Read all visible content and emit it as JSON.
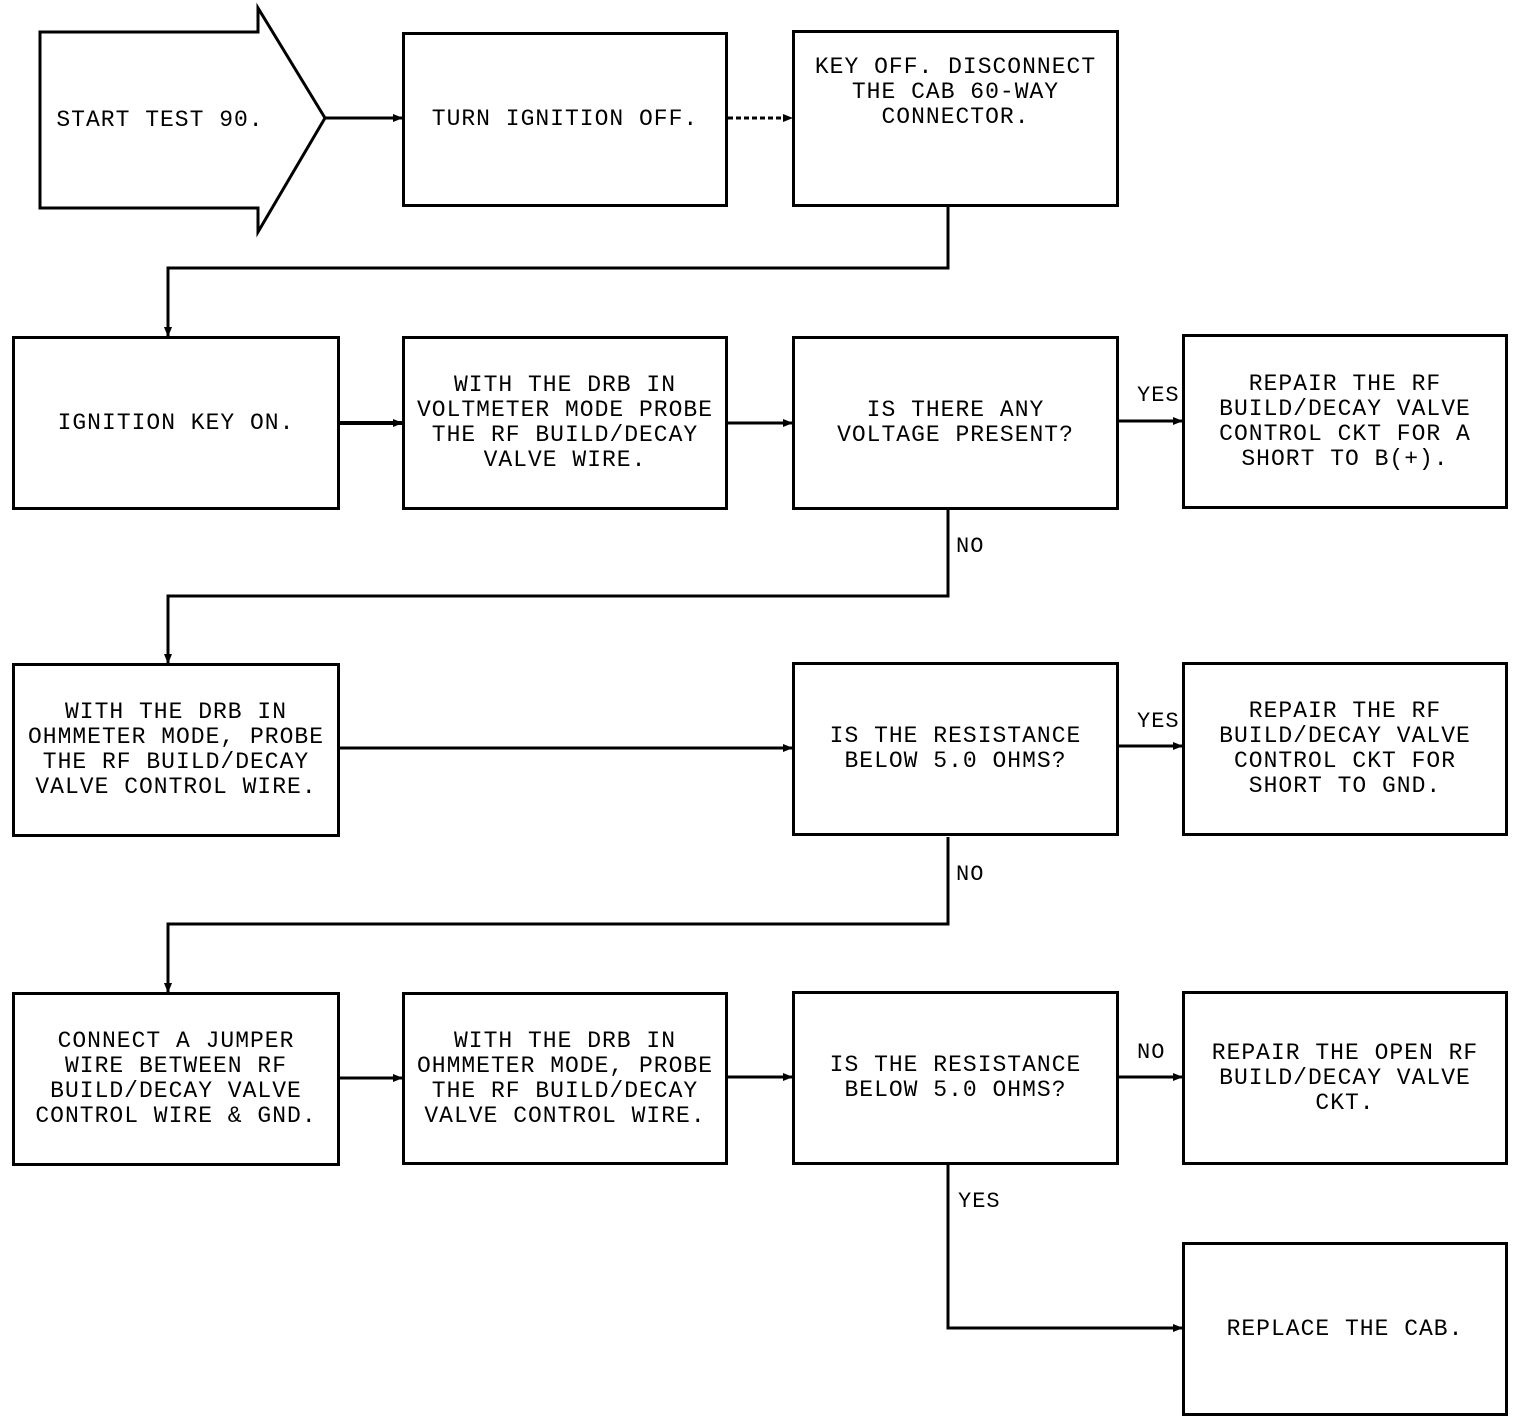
{
  "start": {
    "text": "START TEST 90."
  },
  "boxes": {
    "turn_off": [
      "TURN IGNITION OFF."
    ],
    "disconnect": [
      "KEY OFF. DISCONNECT",
      "THE CAB 60-WAY",
      "CONNECTOR."
    ],
    "key_on": [
      "IGNITION KEY ON."
    ],
    "probe_volt": [
      "WITH THE DRB IN",
      "VOLTMETER MODE PROBE",
      "THE RF BUILD/DECAY",
      "VALVE WIRE."
    ],
    "q_voltage": [
      "IS THERE ANY",
      "VOLTAGE PRESENT?"
    ],
    "repair_bplus": [
      "REPAIR THE RF",
      "BUILD/DECAY VALVE",
      "CONTROL CKT FOR A",
      "SHORT TO B(+)."
    ],
    "probe_ohm1": [
      "WITH THE DRB IN",
      "OHMMETER MODE, PROBE",
      "THE RF BUILD/DECAY",
      "VALVE CONTROL WIRE."
    ],
    "q_resist1": [
      "IS THE RESISTANCE",
      "BELOW 5.0 OHMS?"
    ],
    "repair_gnd": [
      "REPAIR THE RF",
      "BUILD/DECAY VALVE",
      "CONTROL CKT FOR",
      "SHORT TO GND."
    ],
    "jumper": [
      "CONNECT A JUMPER",
      "WIRE BETWEEN RF",
      "BUILD/DECAY VALVE",
      "CONTROL WIRE & GND."
    ],
    "probe_ohm2": [
      "WITH THE DRB IN",
      "OHMMETER MODE, PROBE",
      "THE RF BUILD/DECAY",
      "VALVE CONTROL WIRE."
    ],
    "q_resist2": [
      "IS THE RESISTANCE",
      "BELOW 5.0 OHMS?"
    ],
    "repair_open": [
      "REPAIR THE OPEN RF",
      "BUILD/DECAY VALVE",
      "CKT."
    ],
    "replace_cab": [
      "REPLACE THE CAB."
    ]
  },
  "labels": {
    "yes1": "YES",
    "no1": "NO",
    "yes2": "YES",
    "no2": "NO",
    "no3": "NO",
    "yes3": "YES"
  }
}
